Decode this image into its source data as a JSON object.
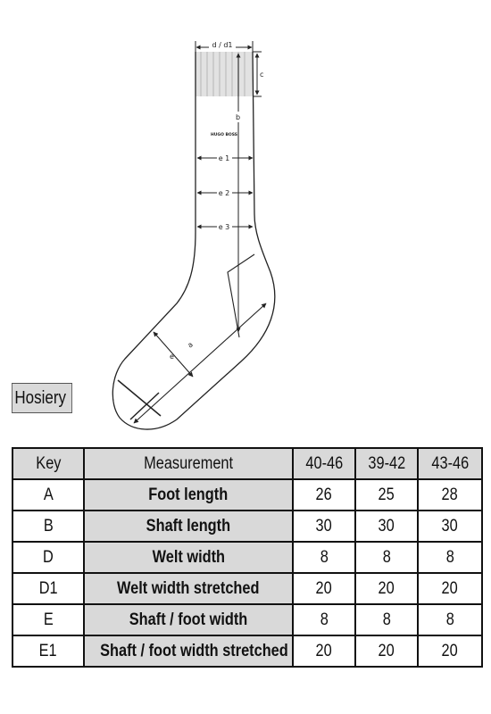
{
  "diagram": {
    "labels": {
      "d": "d / d1",
      "c": "c",
      "b": "b",
      "brand": "HUGO BOSS",
      "e1": "e 1",
      "e2": "e 2",
      "e3": "e 3",
      "a": "a",
      "e": "e"
    }
  },
  "tag": {
    "label": "Hosiery"
  },
  "table": {
    "headers": [
      "Key",
      "Measurement",
      "40-46",
      "39-42",
      "43-46"
    ],
    "rows": [
      {
        "key": "A",
        "measurement": "Foot length",
        "v1": "26",
        "v2": "25",
        "v3": "28"
      },
      {
        "key": "B",
        "measurement": "Shaft length",
        "v1": "30",
        "v2": "30",
        "v3": "30"
      },
      {
        "key": "D",
        "measurement": "Welt width",
        "v1": "8",
        "v2": "8",
        "v3": "8"
      },
      {
        "key": "D1",
        "measurement": "Welt width stretched",
        "v1": "20",
        "v2": "20",
        "v3": "20"
      },
      {
        "key": "E",
        "measurement": "Shaft / foot width",
        "v1": "8",
        "v2": "8",
        "v3": "8"
      },
      {
        "key": "E1",
        "measurement": "Shaft / foot width stretched",
        "v1": "20",
        "v2": "20",
        "v3": "20"
      }
    ]
  }
}
